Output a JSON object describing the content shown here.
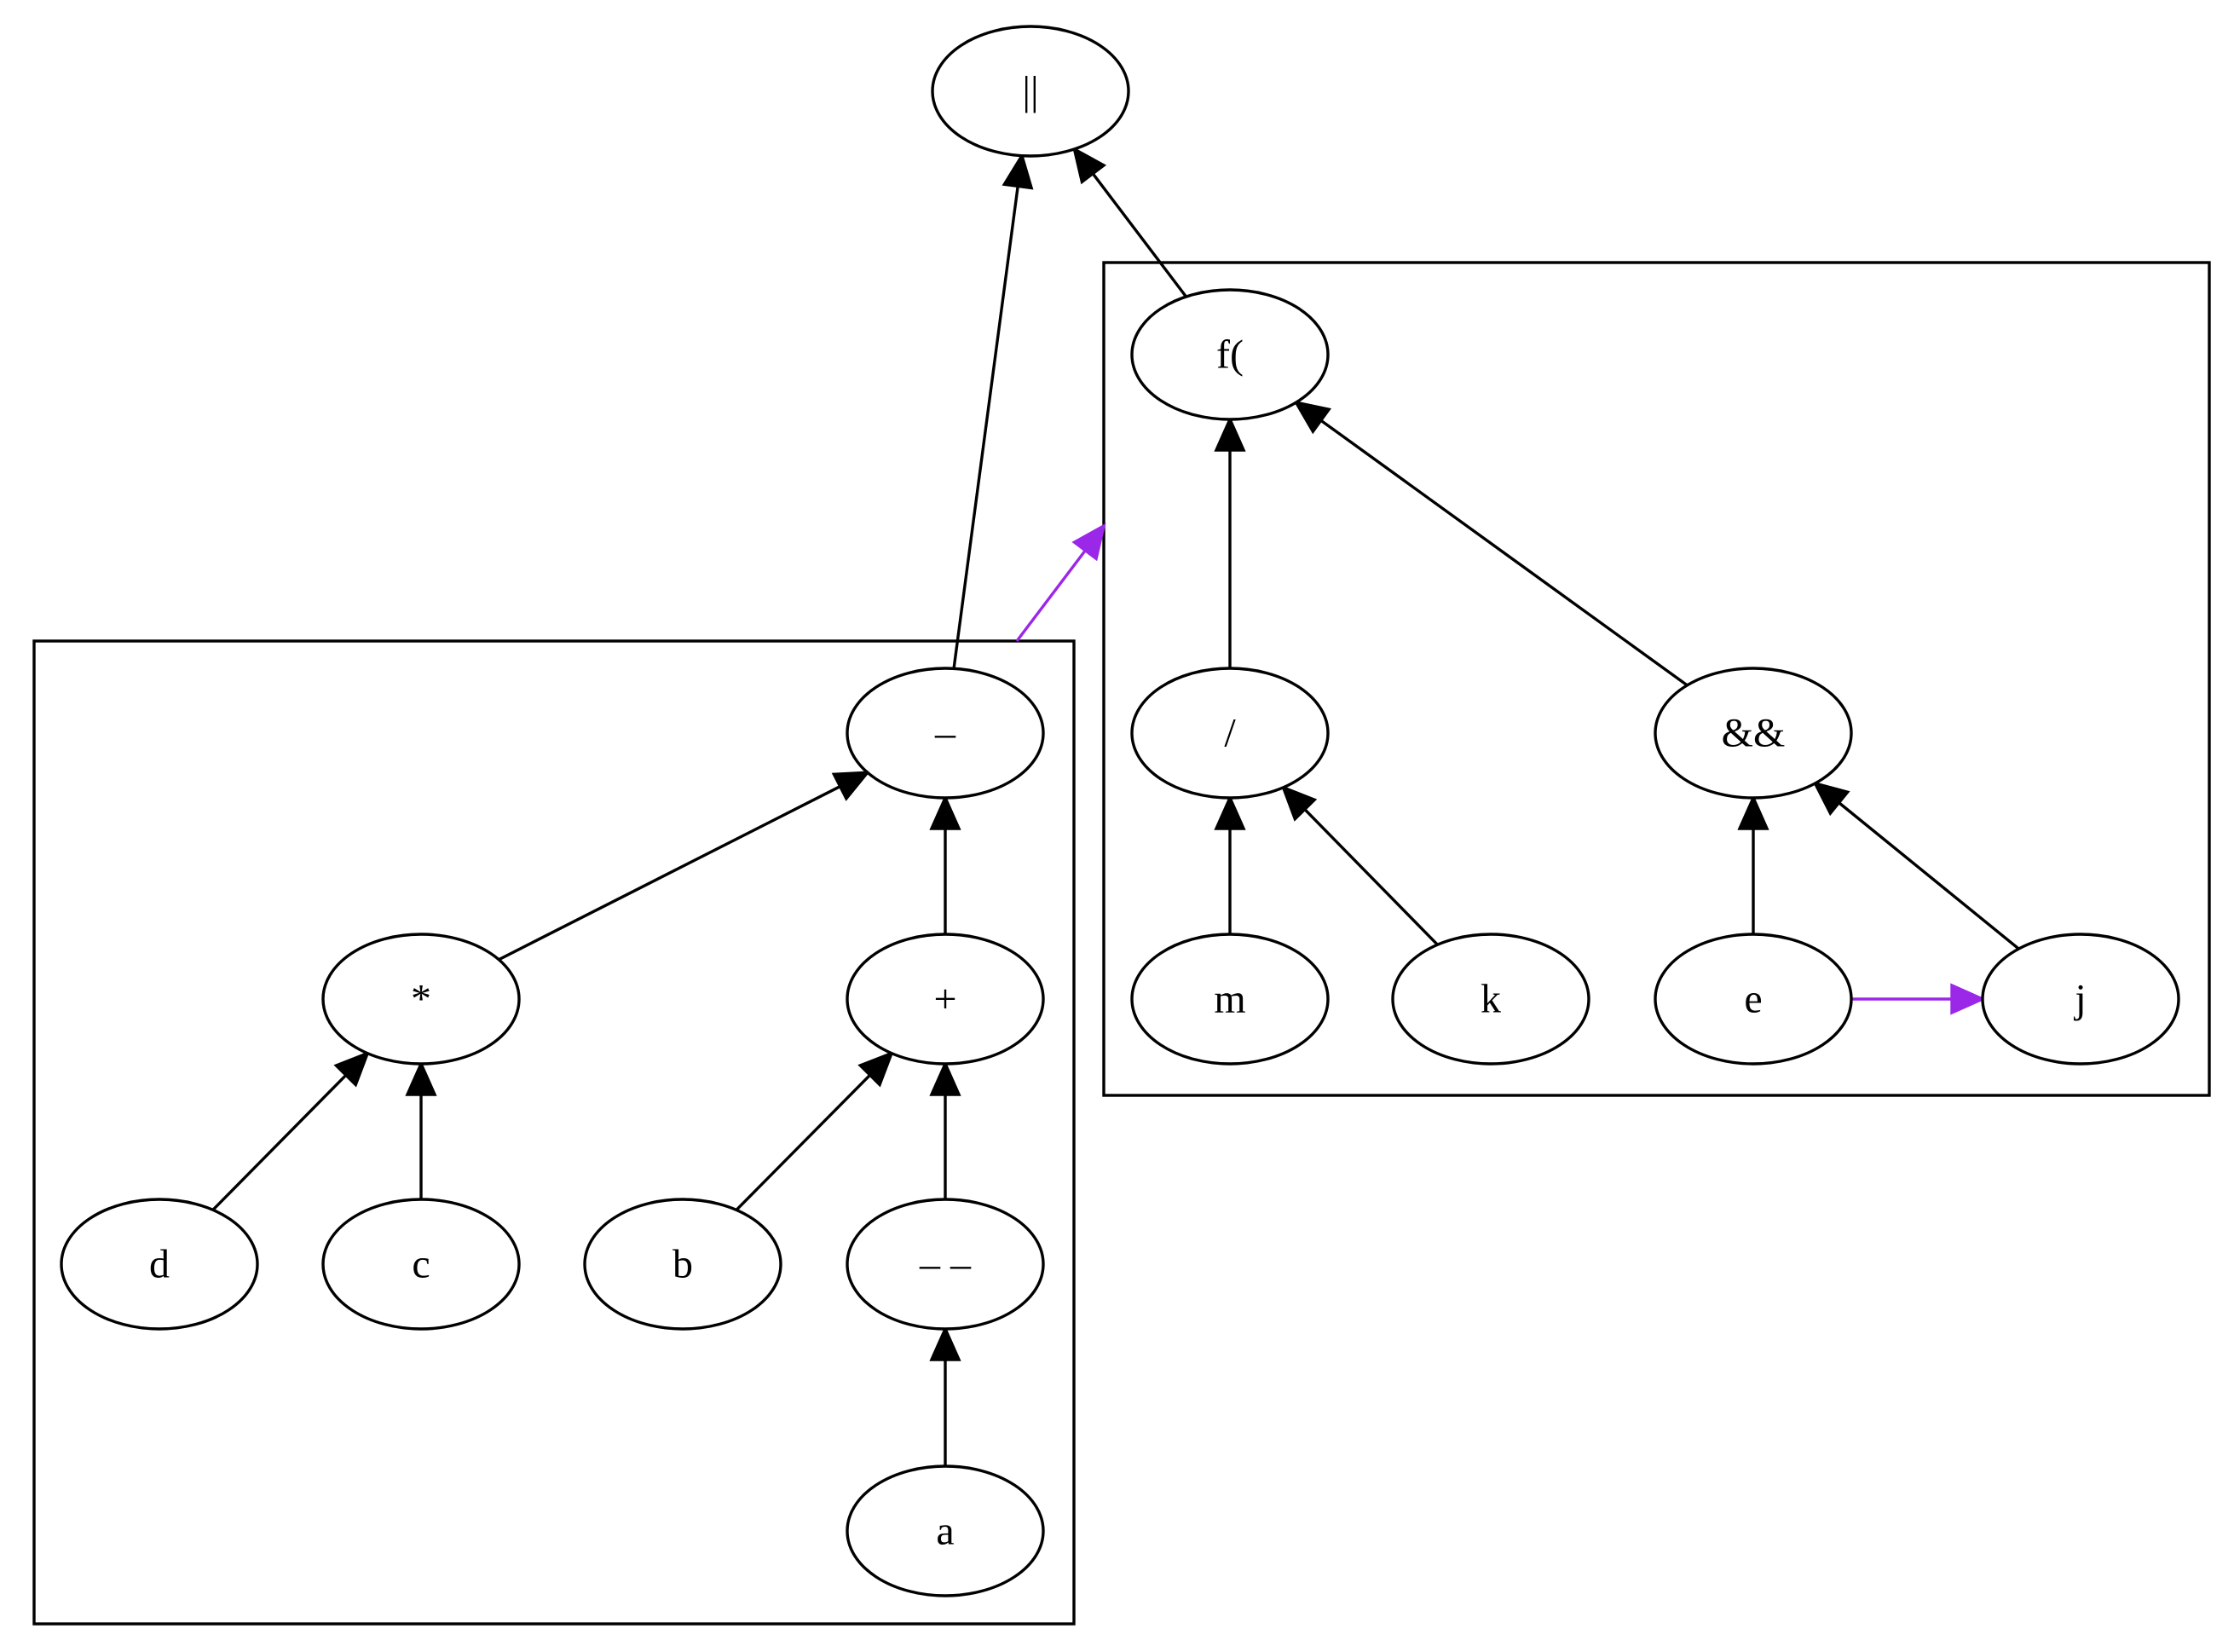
{
  "colors": {
    "edge_default": "#000000",
    "edge_highlight": "#9b27e8",
    "node_stroke": "#000000",
    "background": "#ffffff"
  },
  "nodes": {
    "or": {
      "label": "||"
    },
    "minus": {
      "label": "–"
    },
    "times": {
      "label": "*"
    },
    "plus": {
      "label": "+"
    },
    "d": {
      "label": "d"
    },
    "c": {
      "label": "c"
    },
    "b": {
      "label": "b"
    },
    "decrement": {
      "label": "– –"
    },
    "a": {
      "label": "a"
    },
    "call": {
      "label": "f("
    },
    "divide": {
      "label": "/"
    },
    "and": {
      "label": "&&"
    },
    "m": {
      "label": "m"
    },
    "k": {
      "label": "k"
    },
    "e": {
      "label": "e"
    },
    "j": {
      "label": "j"
    }
  },
  "clusters": [
    {
      "id": "left-cluster",
      "nodes": [
        "minus",
        "times",
        "plus",
        "d",
        "c",
        "b",
        "decrement",
        "a"
      ]
    },
    {
      "id": "right-cluster",
      "nodes": [
        "call",
        "divide",
        "and",
        "m",
        "k",
        "e",
        "j"
      ]
    }
  ],
  "edges": [
    {
      "from": "minus",
      "to": "or",
      "color": "edge_default"
    },
    {
      "from": "call",
      "to": "or",
      "color": "edge_default"
    },
    {
      "from": "times",
      "to": "minus",
      "color": "edge_default"
    },
    {
      "from": "plus",
      "to": "minus",
      "color": "edge_default"
    },
    {
      "from": "d",
      "to": "times",
      "color": "edge_default"
    },
    {
      "from": "c",
      "to": "times",
      "color": "edge_default"
    },
    {
      "from": "b",
      "to": "plus",
      "color": "edge_default"
    },
    {
      "from": "decrement",
      "to": "plus",
      "color": "edge_default"
    },
    {
      "from": "a",
      "to": "decrement",
      "color": "edge_default"
    },
    {
      "from": "divide",
      "to": "call",
      "color": "edge_default"
    },
    {
      "from": "and",
      "to": "call",
      "color": "edge_default"
    },
    {
      "from": "m",
      "to": "divide",
      "color": "edge_default"
    },
    {
      "from": "k",
      "to": "divide",
      "color": "edge_default"
    },
    {
      "from": "e",
      "to": "and",
      "color": "edge_default"
    },
    {
      "from": "j",
      "to": "and",
      "color": "edge_default"
    },
    {
      "from": "e",
      "to": "j",
      "color": "edge_highlight"
    },
    {
      "from": "left-cluster",
      "to": "right-cluster",
      "color": "edge_highlight"
    }
  ]
}
